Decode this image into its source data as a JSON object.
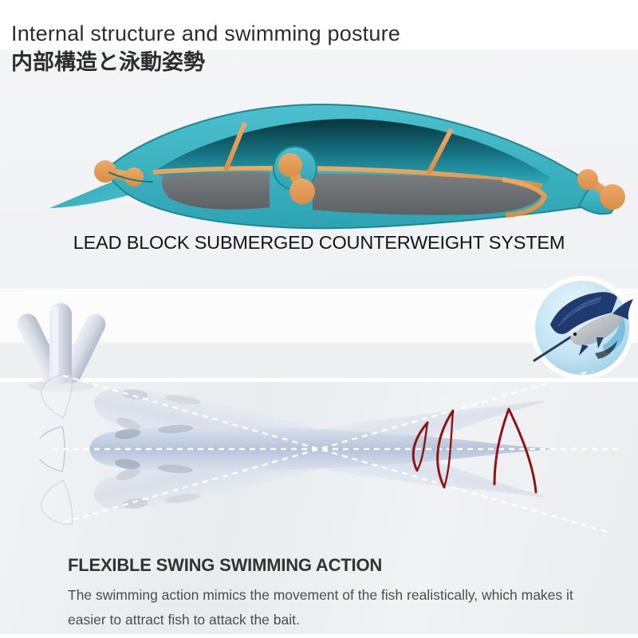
{
  "header": {
    "title_en": "Internal structure and swimming posture",
    "title_jp": "内部構造と泳動姿勢"
  },
  "cutaway_section": {
    "caption": "LEAD BLOCK SUBMERGED COUNTERWEIGHT SYSTEM"
  },
  "swim_section": {
    "heading": "FLEXIBLE SWING SWIMMING ACTION",
    "description": "The swimming action mimics the movement of the fish realistically, which makes it easier to attract fish to attack the bait."
  },
  "colors": {
    "lure_teal": "#3ab2c1",
    "lure_teal_dark": "#0d4a54",
    "lure_outline": "#1d8896",
    "weight_orange": "#e29a52",
    "lead_gray": "#6d7073",
    "weight_silver": "#ccd3de",
    "swim_body_blue": "#bfccdf",
    "arrow_red": "#8e1414",
    "bubble_blue": "#aed9ec",
    "sail_navy": "#1e3a6e",
    "title_text": "#2d2d2d",
    "body_text": "#4c4c4c"
  }
}
